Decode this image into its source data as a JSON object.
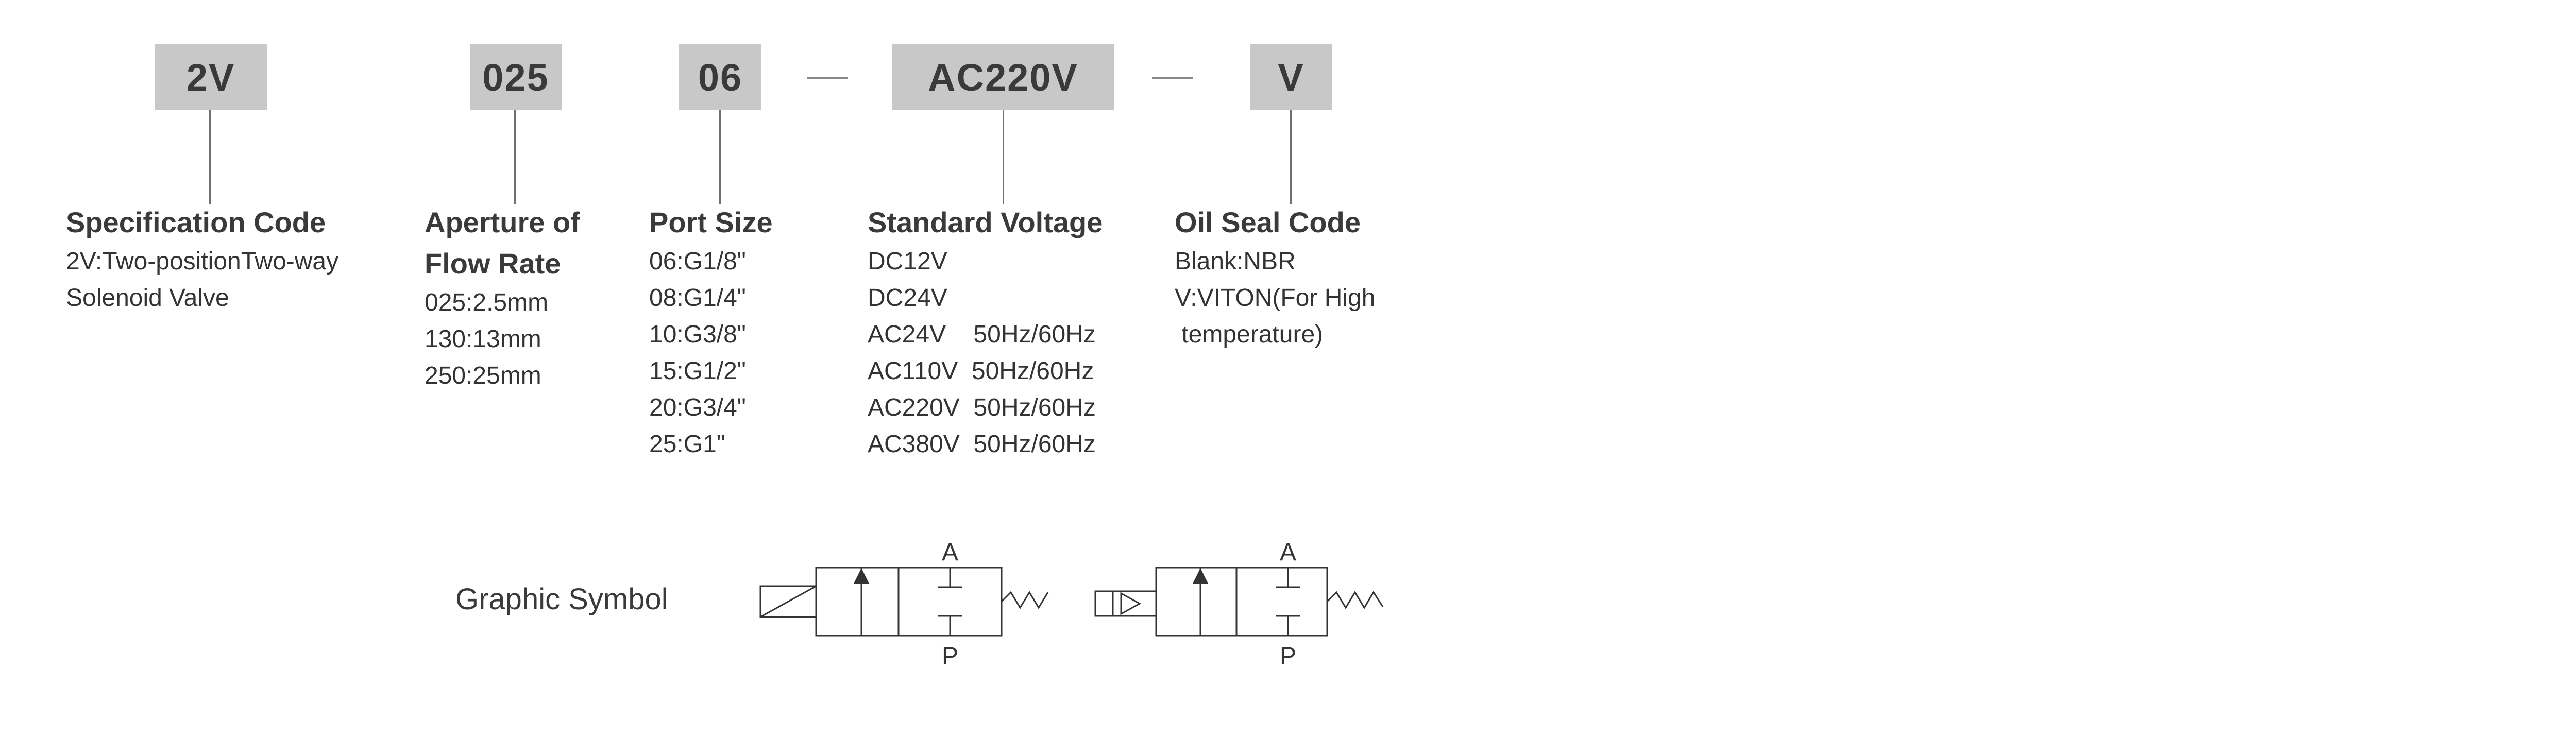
{
  "codes": [
    {
      "label": "2V"
    },
    {
      "label": "025"
    },
    {
      "label": "06"
    },
    {
      "label": "AC220V"
    },
    {
      "label": "V"
    }
  ],
  "columns": [
    {
      "heading": [
        "Specification Code"
      ],
      "lines": [
        "2V:Two-positionTwo-way",
        "Solenoid Valve"
      ]
    },
    {
      "heading": [
        "Aperture of",
        "Flow Rate"
      ],
      "lines": [
        "025:2.5mm",
        "130:13mm",
        "250:25mm"
      ]
    },
    {
      "heading": [
        "Port Size"
      ],
      "lines": [
        "06:G1/8\"",
        "08:G1/4\"",
        "10:G3/8\"",
        "15:G1/2\"",
        "20:G3/4\"",
        "25:G1\""
      ]
    },
    {
      "heading": [
        "Standard Voltage"
      ],
      "lines": [
        "DC12V",
        "DC24V",
        "AC24V    50Hz/60Hz",
        "AC110V  50Hz/60Hz",
        "AC220V  50Hz/60Hz",
        "AC380V  50Hz/60Hz"
      ]
    },
    {
      "heading": [
        "Oil Seal Code"
      ],
      "lines": [
        "Blank:NBR",
        "V:VITON(For High",
        " temperature)"
      ]
    }
  ],
  "graphic_symbol": {
    "label": "Graphic Symbol",
    "symbols": [
      {
        "port_top": "A",
        "port_bottom": "P"
      },
      {
        "port_top": "A",
        "port_bottom": "P"
      }
    ]
  }
}
